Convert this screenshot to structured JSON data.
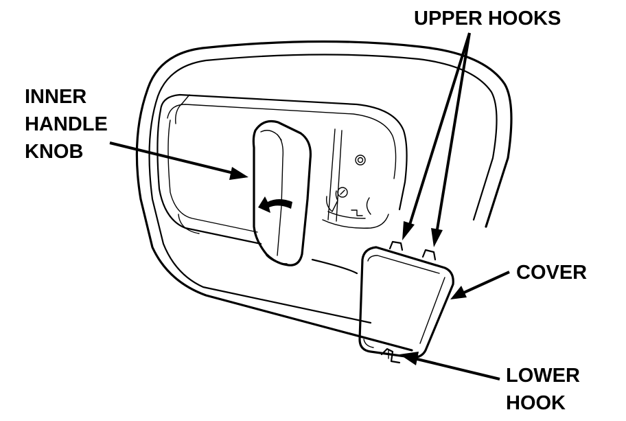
{
  "labels": {
    "upper_hooks": "UPPER HOOKS",
    "inner_handle_knob": [
      "INNER",
      "HANDLE",
      "KNOB"
    ],
    "cover": "COVER",
    "lower_hook": [
      "LOWER",
      "HOOK"
    ]
  }
}
